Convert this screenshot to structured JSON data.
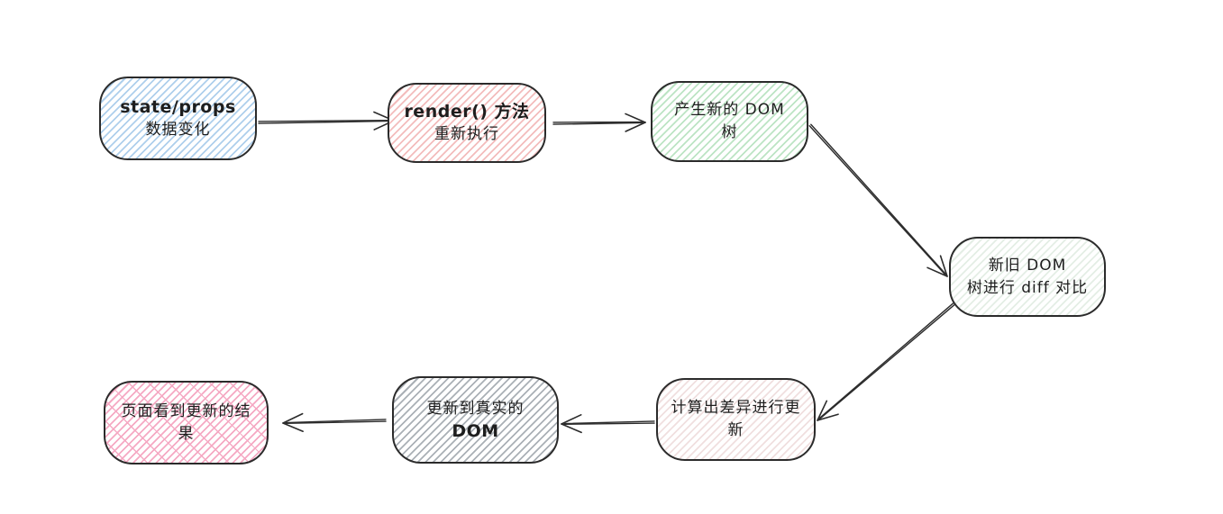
{
  "canvas": {
    "background": "#ffffff",
    "stroke_color": "#2b2b2b",
    "text_color": "#1e1e1e"
  },
  "diagram": {
    "nodes": [
      {
        "id": "state-props-change",
        "line1": "state/props",
        "line2": "数据变化",
        "hatch_color": "#aecfec",
        "hatch": "single"
      },
      {
        "id": "render-method-rerun",
        "line1": "render() 方法",
        "line2": "重新执行",
        "hatch_color": "#f3bcbc",
        "hatch": "single"
      },
      {
        "id": "generate-new-dom-tree",
        "line1": "产生新的 DOM",
        "line2": "树",
        "hatch_color": "#bce4c4",
        "hatch": "single"
      },
      {
        "id": "old-new-diff-compare",
        "line1": "新旧 DOM",
        "line2": "树进行 diff 对比",
        "hatch_color": "#e4eee5",
        "hatch": "single"
      },
      {
        "id": "compute-diff-update",
        "line1": "计算出差异进行更",
        "line2": "新",
        "hatch_color": "#f0dfdf",
        "hatch": "single"
      },
      {
        "id": "update-real-dom",
        "line1": "更新到真实的",
        "line2": "DOM",
        "hatch_color": "#aab0b6",
        "hatch": "single"
      },
      {
        "id": "page-shows-result",
        "line1": "页面看到更新的结",
        "line2": "果",
        "hatch_color": "#f5a9c3",
        "hatch": "cross"
      }
    ],
    "connections": [
      {
        "from": "state-props-change",
        "to": "render-method-rerun"
      },
      {
        "from": "render-method-rerun",
        "to": "generate-new-dom-tree"
      },
      {
        "from": "generate-new-dom-tree",
        "to": "old-new-diff-compare"
      },
      {
        "from": "old-new-diff-compare",
        "to": "compute-diff-update"
      },
      {
        "from": "compute-diff-update",
        "to": "update-real-dom"
      },
      {
        "from": "update-real-dom",
        "to": "page-shows-result"
      }
    ]
  }
}
